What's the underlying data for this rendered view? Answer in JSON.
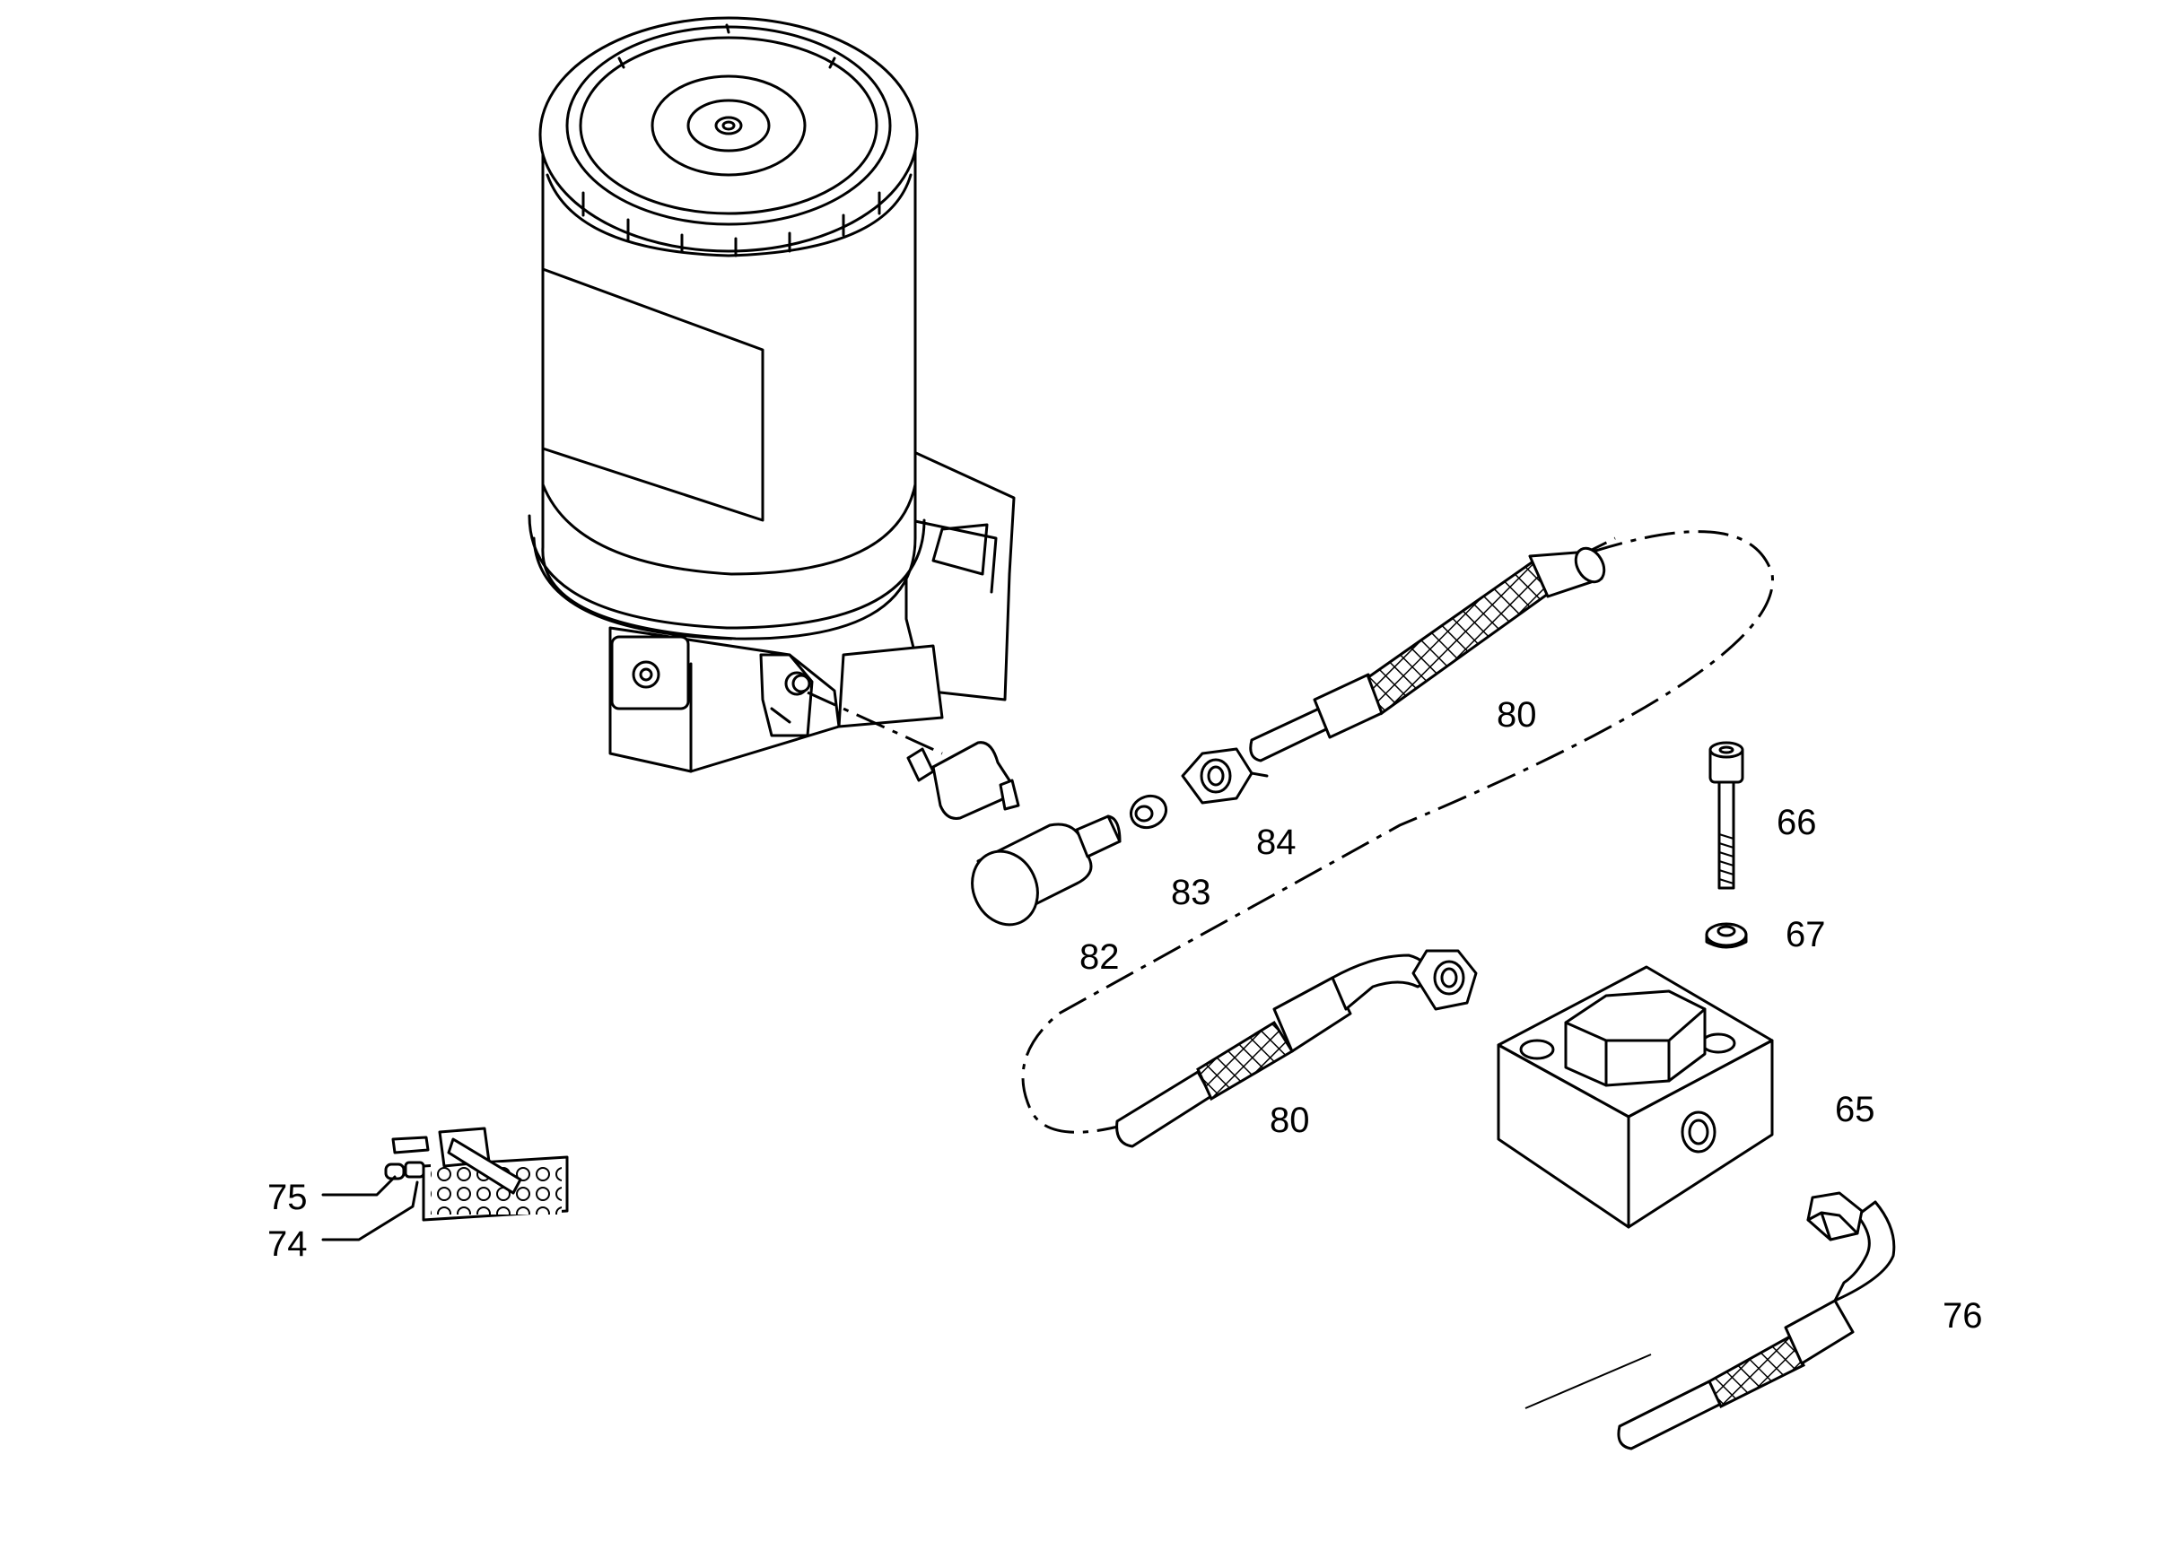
{
  "callouts": {
    "c80_upper": "80",
    "c80_lower": "80",
    "c84": "84",
    "c83": "83",
    "c82": "82",
    "c66": "66",
    "c67": "67",
    "c65": "65",
    "c76": "76",
    "c75": "75",
    "c74": "74"
  },
  "colors": {
    "line": "#000000",
    "background": "#ffffff"
  }
}
